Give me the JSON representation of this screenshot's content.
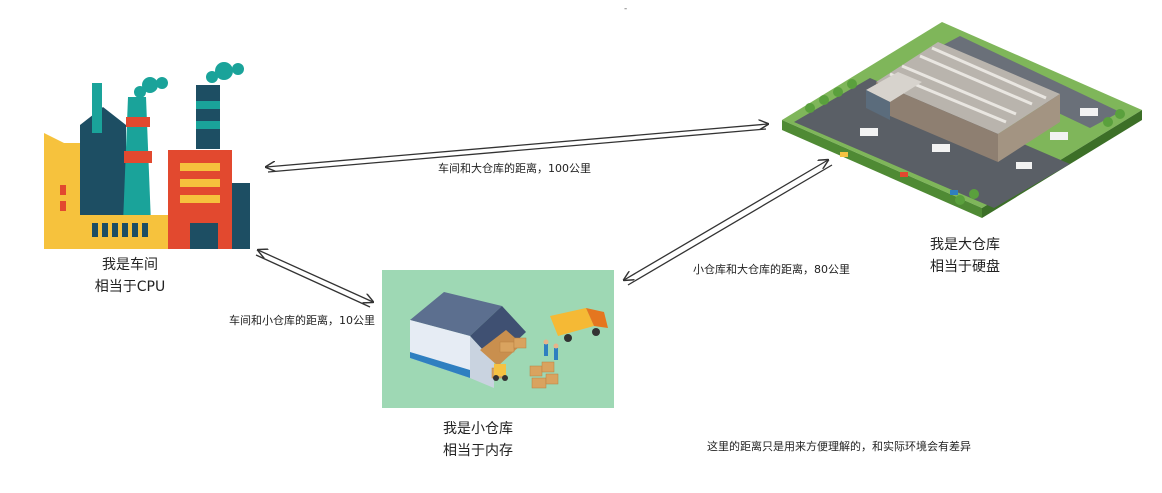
{
  "nodes": {
    "factory": {
      "line1": "我是车间",
      "line2": "相当于CPU"
    },
    "small_warehouse": {
      "line1": "我是小仓库",
      "line2": "相当于内存"
    },
    "large_warehouse": {
      "line1": "我是大仓库",
      "line2": "相当于硬盘"
    }
  },
  "edges": {
    "factory_to_large": "车间和大仓库的距离，100公里",
    "factory_to_small": "车间和小仓库的距离，10公里",
    "small_to_large": "小仓库和大仓库的距离，80公里"
  },
  "footnote": "这里的距离只是用来方便理解的，和实际环境会有差异",
  "top_mark": "-",
  "colors": {
    "small_warehouse_bg": "#9ed8b4",
    "arrow_stroke": "#333333"
  }
}
